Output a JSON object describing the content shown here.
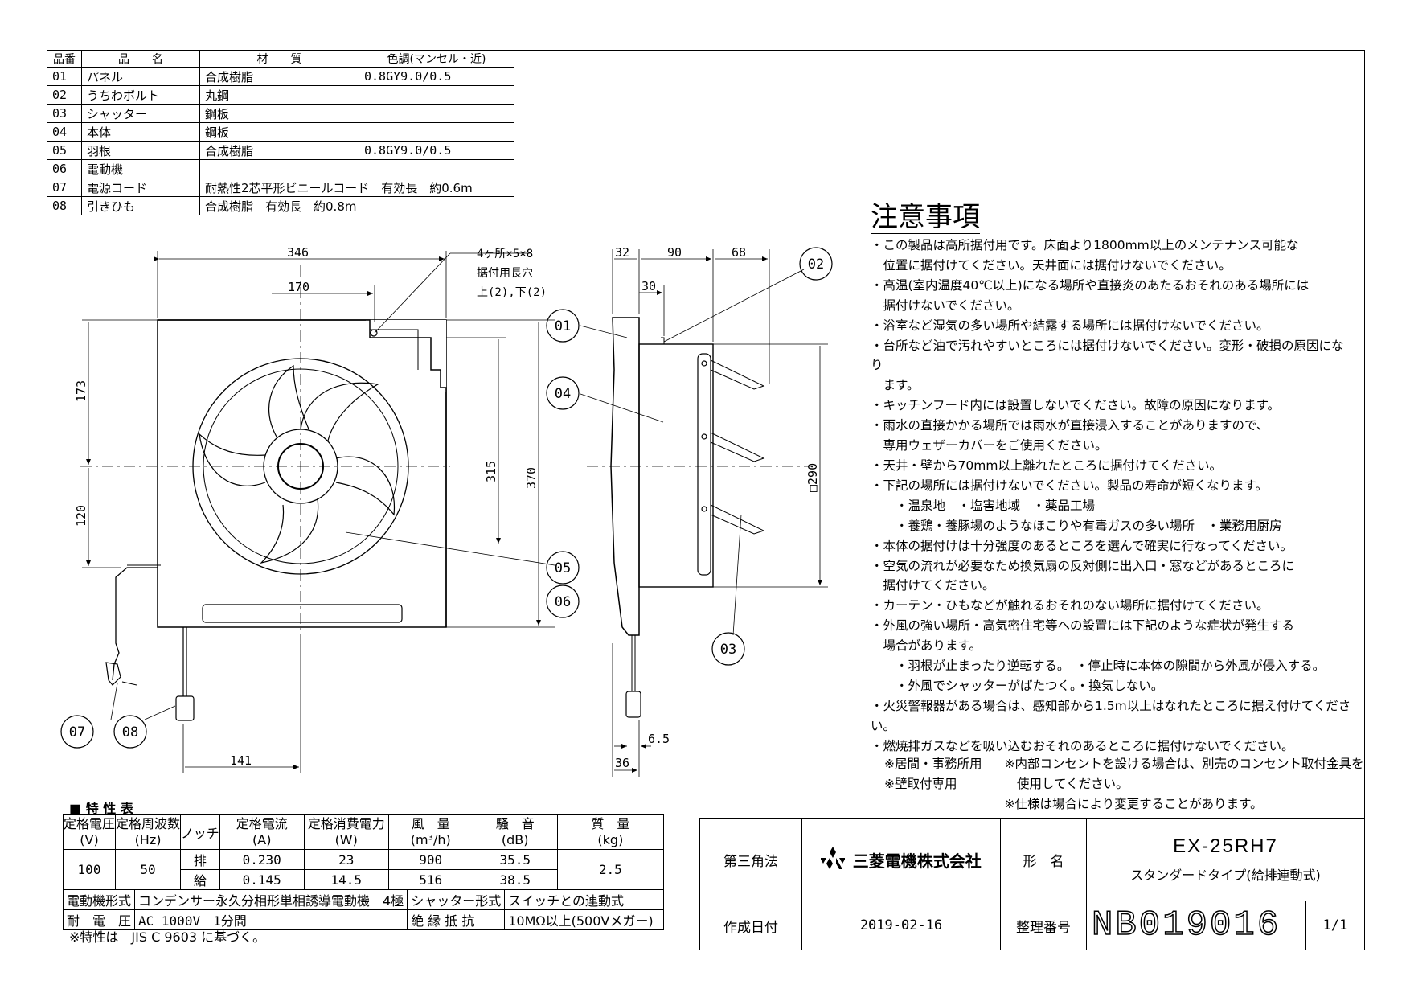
{
  "parts_table": {
    "headers": [
      "品番",
      "品　　名",
      "材　　質",
      "色調(マンセル・近)"
    ],
    "rows": [
      {
        "no": "01",
        "name": "パネル",
        "material": "合成樹脂",
        "color": "0.8GY9.0/0.5"
      },
      {
        "no": "02",
        "name": "うちわボルト",
        "material": "丸鋼",
        "color": ""
      },
      {
        "no": "03",
        "name": "シャッター",
        "material": "鋼板",
        "color": ""
      },
      {
        "no": "04",
        "name": "本体",
        "material": "鋼板",
        "color": ""
      },
      {
        "no": "05",
        "name": "羽根",
        "material": "合成樹脂",
        "color": "0.8GY9.0/0.5"
      },
      {
        "no": "06",
        "name": "電動機",
        "material": "",
        "color": ""
      },
      {
        "no": "07",
        "name": "電源コード",
        "material": "耐熱性2芯平形ビニールコード　有効長　約0.6m",
        "color": ""
      },
      {
        "no": "08",
        "name": "引きひも",
        "material": "合成樹脂　有効長　約0.8m",
        "color": ""
      }
    ]
  },
  "front_view": {
    "dim_width": "346",
    "dim_center": "170",
    "dim_top": "173",
    "dim_bottom": "120",
    "dim_height_inner": "315",
    "dim_height": "370",
    "dim_string": "141",
    "mount_hole_line1": "4ヶ所×5×8",
    "mount_hole_line2": "据付用長穴",
    "mount_hole_line3": "上(2),下(2)"
  },
  "side_view": {
    "dim_32": "32",
    "dim_90": "90",
    "dim_68": "68",
    "dim_30": "30",
    "dim_290": "□290",
    "dim_6_5": "6.5",
    "dim_36": "36"
  },
  "callouts": [
    "01",
    "02",
    "03",
    "04",
    "05",
    "06",
    "07",
    "08"
  ],
  "notes": {
    "title": "注意事項",
    "items": [
      "・この製品は高所据付用です。床面より1800mm以上のメンテナンス可能な",
      "　位置に据付けてください。天井面には据付けないでください。",
      "・高温(室内温度40℃以上)になる場所や直接炎のあたるおそれのある場所には",
      "　据付けないでください。",
      "・浴室など湿気の多い場所や結露する場所には据付けないでください。",
      "・台所など油で汚れやすいところには据付けないでください。変形・破損の原因になり",
      "　ます。",
      "・キッチンフード内には設置しないでください。故障の原因になります。",
      "・雨水の直接かかる場所では雨水が直接浸入することがありますので、",
      "　専用ウェザーカバーをご使用ください。",
      "・天井・壁から70mm以上離れたところに据付けてください。",
      "・下記の場所には据付けないでください。製品の寿命が短くなります。",
      "　　・温泉地　・塩害地域　・薬品工場",
      "　　・養鶏・養豚場のようなほこりや有毒ガスの多い場所　・業務用厨房",
      "・本体の据付けは十分強度のあるところを選んで確実に行なってください。",
      "・空気の流れが必要なため換気扇の反対側に出入口・窓などがあるところに",
      "　据付けてください。",
      "・カーテン・ひもなどが触れるおそれのない場所に据付けてください。",
      "・外風の強い場所・高気密住宅等への設置には下記のような症状が発生する",
      "　場合があります。",
      "　　・羽根が止まったり逆転する。　・停止時に本体の隙間から外風が侵入する。",
      "　　・外風でシャッターがばたつく。・換気しない。",
      "・火災警報器がある場合は、感知部から1.5m以上はなれたところに据え付けてください。",
      "・燃焼排ガスなどを吸い込むおそれのあるところに据付けないでください。"
    ]
  },
  "remarks": {
    "left1": "※居間・事務所用",
    "left2": "※壁取付専用",
    "right1": "※内部コンセントを設ける場合は、別売のコンセント取付金具を",
    "right2": "　使用してください。",
    "right3": "※仕様は場合により変更することがあります。"
  },
  "spec": {
    "title": "■ 特 性 表",
    "headers": [
      [
        "定格電圧",
        "(V)"
      ],
      [
        "定格周波数",
        "(Hz)"
      ],
      [
        "ノッチ",
        ""
      ],
      [
        "定格電流",
        "(A)"
      ],
      [
        "定格消費電力",
        "(W)"
      ],
      [
        "風　量",
        "(m³/h)"
      ],
      [
        "騒　音",
        "(dB)"
      ],
      [
        "質　量",
        "(kg)"
      ]
    ],
    "voltage": "100",
    "frequency": "50",
    "rows": [
      {
        "notch": "排",
        "current": "0.230",
        "power": "23",
        "airflow": "900",
        "noise": "35.5"
      },
      {
        "notch": "給",
        "current": "0.145",
        "power": "14.5",
        "airflow": "516",
        "noise": "38.5"
      }
    ],
    "mass": "2.5",
    "motor_label": "電動機形式",
    "motor_value": "コンデンサー永久分相形単相誘導電動機　4極",
    "shutter_label": "シャッター形式",
    "shutter_value": "スイッチとの連動式",
    "withstand_label": "耐　電　圧",
    "withstand_value": "AC 1000V　1分間",
    "insulation_label": "絶 縁 抵 抗",
    "insulation_value": "10MΩ以上(500Vメガー)",
    "footnote": "※特性は　JIS C 9603 に基づく。"
  },
  "title_block": {
    "projection": "第三角法",
    "company": "三菱電機株式会社",
    "model_label": "形　名",
    "model": "EX-25RH7",
    "model_desc": "スタンダードタイプ(給排連動式)",
    "date_label": "作成日付",
    "date": "2019-02-16",
    "doc_label": "整理番号",
    "doc_no": "NB019016",
    "page": "1/1"
  }
}
